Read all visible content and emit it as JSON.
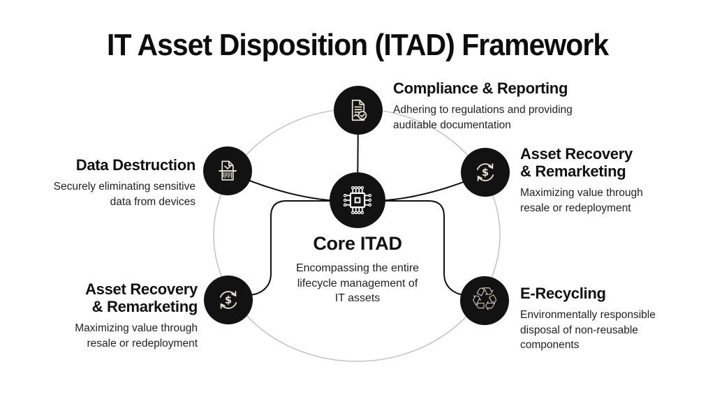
{
  "title": "IT Asset Disposition (ITAD) Framework",
  "colors": {
    "background": "#ffffff",
    "node_fill": "#121212",
    "satellite_icon_stroke": "#e8e1d6",
    "center_icon_stroke": "#ffffff",
    "ring_gray": "#c6c6c6",
    "connector_black": "#111111",
    "heading_text": "#111111",
    "body_text": "#1f1f1f"
  },
  "icons": {
    "dollar_glyph": "$",
    "recycle_glyph": "♲"
  },
  "center": {
    "icon": "cpu-chip-icon",
    "label": "Core ITAD",
    "desc_lines": [
      "Encompassing the entire",
      "lifecycle management of",
      "IT assets"
    ]
  },
  "nodes": {
    "compliance": {
      "icon": "document-check-icon",
      "title": "Compliance & Reporting",
      "desc_lines": [
        "Adhering to regulations and providing",
        "auditable documentation"
      ]
    },
    "asset_recovery_right": {
      "icon": "dollar-cycle-icon",
      "title_lines": [
        "Asset Recovery",
        "& Remarketing"
      ],
      "desc_lines": [
        "Maximizing value through",
        "resale or redeployment"
      ]
    },
    "e_recycling": {
      "icon": "recycle-icon",
      "title": "E-Recycling",
      "desc_lines": [
        "Environmentally responsible",
        "disposal of non-reusable",
        "components"
      ]
    },
    "asset_recovery_left": {
      "icon": "dollar-cycle-icon",
      "title_lines": [
        "Asset Recovery",
        "& Remarketing"
      ],
      "desc_lines": [
        "Maximizing value through",
        "resale or redeployment"
      ]
    },
    "data_destruction": {
      "icon": "shredder-icon",
      "title": "Data Destruction",
      "desc_lines": [
        "Securely eliminating sensitive",
        "data from devices"
      ]
    }
  }
}
